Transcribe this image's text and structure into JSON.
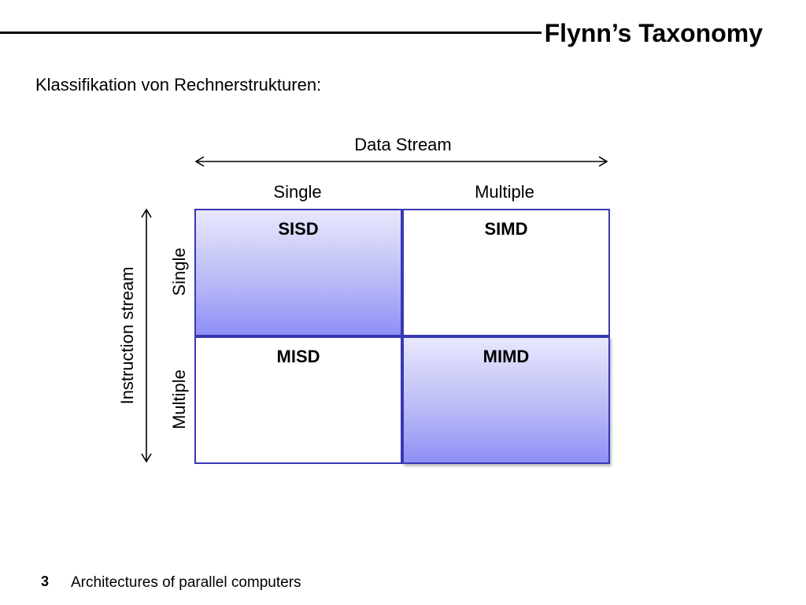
{
  "header": {
    "title": "Flynn’s Taxonomy"
  },
  "subtitle": "Klassifikation von Rechnerstrukturen:",
  "diagram": {
    "x_axis_label": "Data Stream",
    "y_axis_label": "Instruction stream",
    "columns": [
      "Single",
      "Multiple"
    ],
    "rows": [
      "Single",
      "Multiple"
    ],
    "cells": {
      "sisd": "SISD",
      "simd": "SIMD",
      "misd": "MISD",
      "mimd": "MIMD"
    },
    "colors": {
      "border": "#3838b5",
      "shade_top": "#e8e8fd",
      "shade_bottom": "#8f8ff5"
    }
  },
  "footer": {
    "page_number": "3",
    "text": "Architectures of parallel computers"
  }
}
